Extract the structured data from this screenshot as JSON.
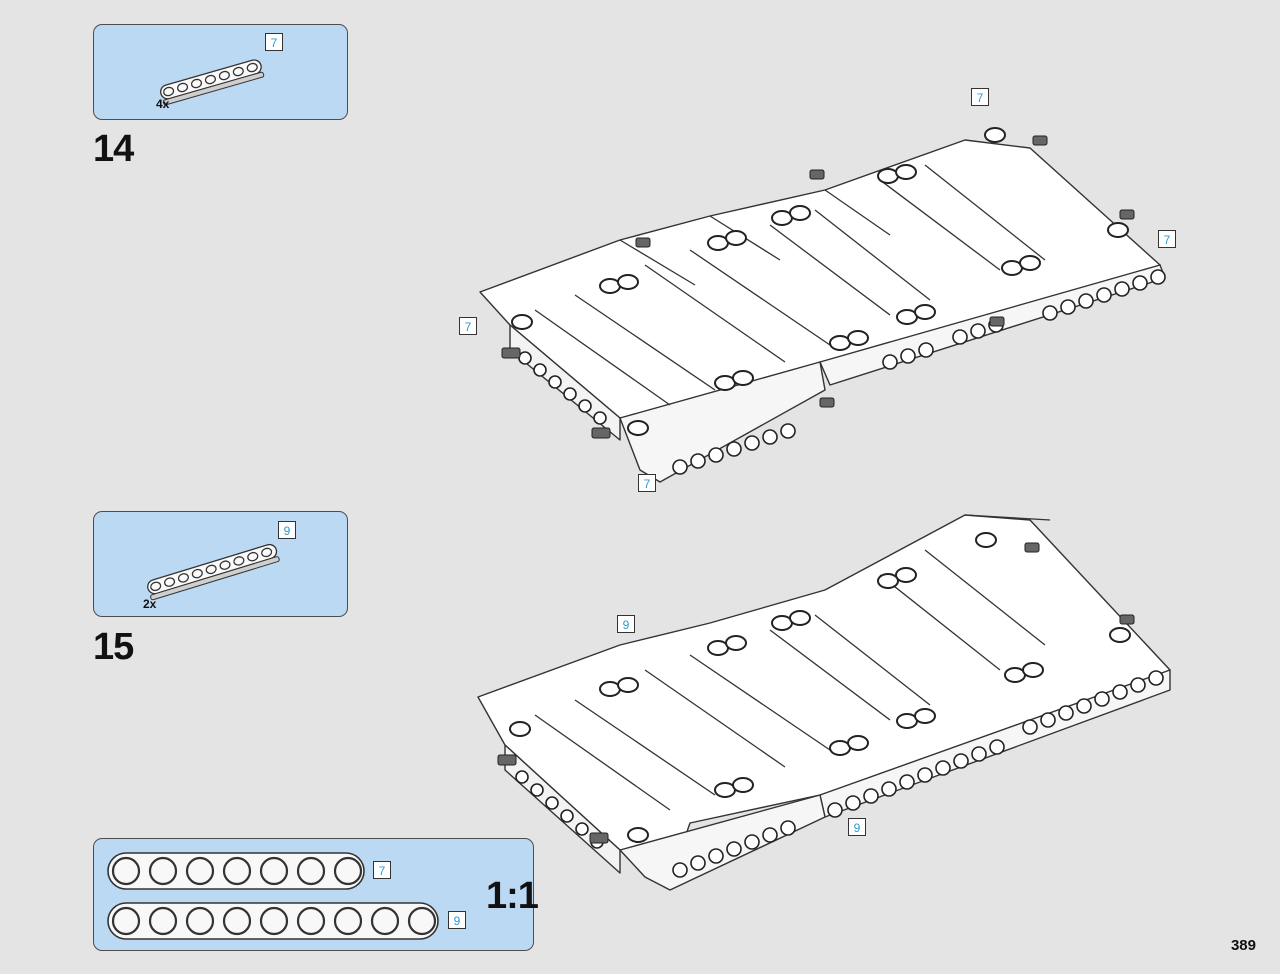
{
  "steps": [
    {
      "number": "14",
      "parts": [
        {
          "length": "7",
          "quantity": "4x"
        }
      ],
      "assembly_tags": [
        "7",
        "7",
        "7",
        "7"
      ]
    },
    {
      "number": "15",
      "parts": [
        {
          "length": "9",
          "quantity": "2x"
        }
      ],
      "assembly_tags": [
        "9",
        "9"
      ]
    }
  ],
  "ruler": {
    "scale_label": "1:1",
    "beams": [
      {
        "length": "7",
        "holes": 7
      },
      {
        "length": "9",
        "holes": 9
      }
    ]
  },
  "page": {
    "number": "389"
  },
  "colors": {
    "callout_bg": "#bcd9f3",
    "tag_text": "#2a9bd4",
    "page_bg": "#e4e4e4"
  }
}
